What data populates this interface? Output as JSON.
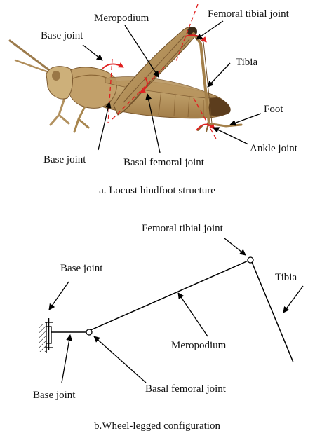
{
  "panel_a": {
    "labels": {
      "meropodium": "Meropodium",
      "femoral_tibial_joint": "Femoral tibial joint",
      "base_joint_top": "Base joint",
      "tibia": "Tibia",
      "foot": "Foot",
      "ankle_joint": "Ankle joint",
      "base_joint_bottom": "Base joint",
      "basal_femoral_joint": "Basal femoral joint"
    },
    "caption": "a. Locust hindfoot structure",
    "colors": {
      "body": "#c9a872",
      "body_dark": "#8f6a3c",
      "marker": "#e02020"
    }
  },
  "panel_b": {
    "labels": {
      "femoral_tibial_joint": "Femoral tibial joint",
      "base_joint_top": "Base joint",
      "tibia": "Tibia",
      "meropodium": "Meropodium",
      "base_joint_bottom": "Base joint",
      "basal_femoral_joint": "Basal femoral joint"
    },
    "caption": "b.Wheel-legged configuration"
  }
}
